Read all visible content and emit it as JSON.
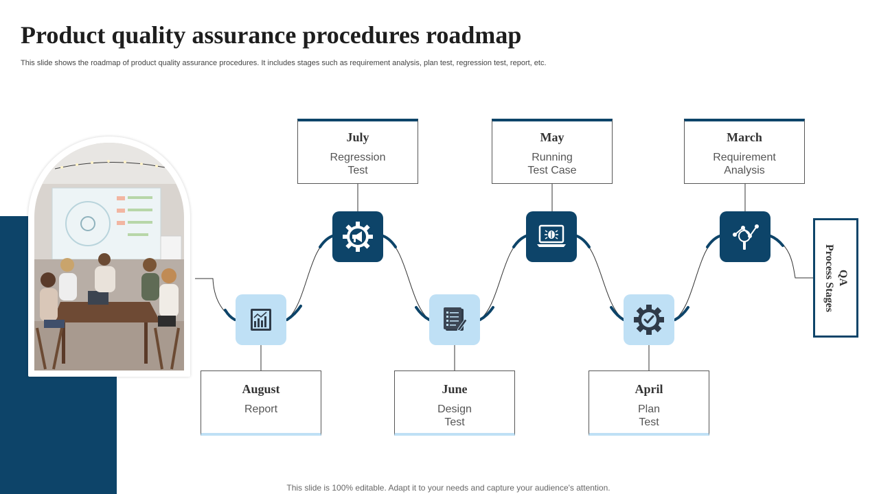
{
  "title": "Product quality assurance procedures roadmap",
  "subtitle": "This slide shows the roadmap of product quality assurance procedures. It includes stages such as requirement analysis, plan test, regression test, report, etc.",
  "colors": {
    "navy": "#0d4469",
    "light_blue": "#bfe0f5"
  },
  "stages": [
    {
      "month": "March",
      "label": "Requirement\nAnalysis",
      "icon": "analysis-magnifier-icon"
    },
    {
      "month": "April",
      "label": "Plan\nTest",
      "icon": "gear-check-icon"
    },
    {
      "month": "May",
      "label": "Running\nTest Case",
      "icon": "laptop-bug-icon"
    },
    {
      "month": "June",
      "label": "Design\nTest",
      "icon": "document-pen-icon"
    },
    {
      "month": "July",
      "label": "Regression\nTest",
      "icon": "gear-megaphone-icon"
    },
    {
      "month": "August",
      "label": "Report",
      "icon": "bar-chart-report-icon"
    }
  ],
  "stage_box": {
    "line1": "QA",
    "line2": "Process Stages"
  },
  "footer": "This slide is 100% editable. Adapt it to your needs and capture your audience's attention."
}
